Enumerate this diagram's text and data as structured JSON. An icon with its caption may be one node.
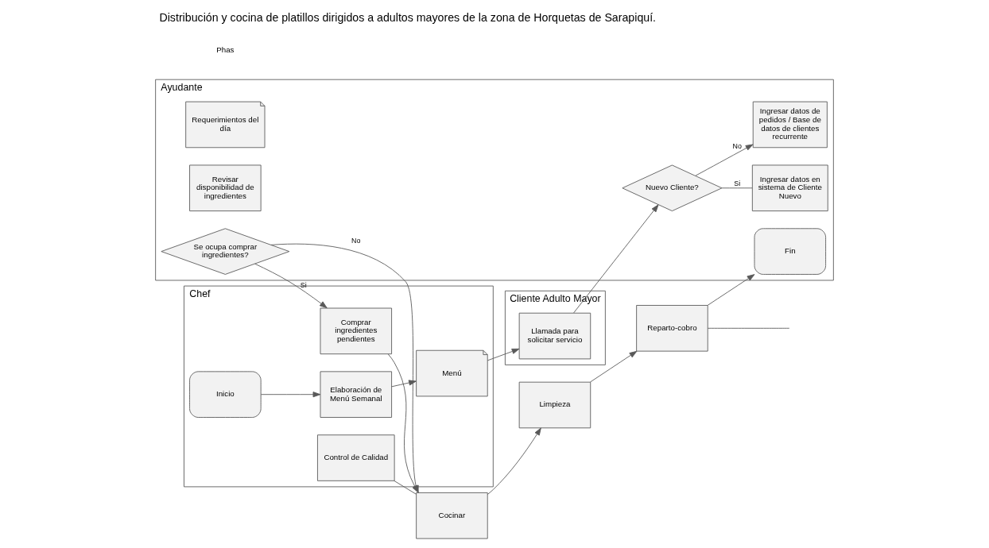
{
  "diagram": {
    "title": "Distribución y cocina de platillos dirigidos a adultos mayores de la zona de Horquetas de Sarapiquí.",
    "nodes": [
      {
        "text": [
          "Chef"
        ]
      },
      {
        "text": [
          "Ayudante"
        ]
      },
      {
        "text": [
          "Cliente Adulto Mayor"
        ]
      },
      {
        "text": [
          "Inicio"
        ],
        "in": 0
      },
      {
        "text": [
          "Elaboración de Menú Semanal"
        ],
        "in": 0
      },
      {
        "text": [
          "Menú"
        ],
        "in": 0
      },
      {
        "text": [
          "Comprar ingredientes pendientes"
        ],
        "in": 0
      },
      {
        "text": [
          "Control de Calidad"
        ],
        "in": 0
      },
      {
        "text": [
          "Nuevo Cliente?"
        ],
        "in": 1
      },
      {
        "text": [
          "Ingresar datos en sistema de Cliente Nuevo"
        ],
        "in": 1
      },
      {
        "text": [
          "Ingresar datos de pedidos / Base de datos de clientes recurrente"
        ],
        "in": 1
      },
      {
        "text": [
          "Requerimientos del día"
        ],
        "in": 1
      },
      {
        "text": [
          "Revisar disponibilidad de ingredientes"
        ],
        "in": 1
      },
      {
        "text": [
          "Se ocupa comprar ingredientes?"
        ],
        "in": 1
      },
      {
        "text": [
          "Cocinar"
        ]
      },
      {
        "text": [
          "Limpieza"
        ]
      },
      {
        "text": [
          "Reparto-cobro"
        ]
      },
      {
        "text": [
          "Fin"
        ],
        "in": 1
      },
      {
        "text": [
          "Llamada para solicitar servicio"
        ],
        "in": 2
      }
    ],
    "edges": [
      {
        "from": 3,
        "to": 4,
        "arrow": "to"
      },
      {
        "from": 4,
        "to": 5,
        "arrow": "to"
      },
      {
        "from": 5,
        "to": 18,
        "arrow": "to"
      },
      {
        "from": 18,
        "to": 8,
        "arrow": "to"
      },
      {
        "from": 8,
        "to": 9,
        "label": "Si",
        "arrow": "none"
      },
      {
        "from": 8,
        "to": 10,
        "label": "No",
        "arrow": "to"
      },
      {
        "from": 13,
        "to": 6,
        "label": "Si",
        "arrow": "to"
      },
      {
        "from": 13,
        "to": 14,
        "label": "No",
        "arrow": "to"
      },
      {
        "from": 6,
        "to": 14,
        "arrow": "to"
      },
      {
        "from": 7,
        "to": 14,
        "arrow": "none"
      },
      {
        "from": 14,
        "to": 15,
        "arrow": "to"
      },
      {
        "from": 15,
        "to": 16,
        "arrow": "to"
      },
      {
        "from": 16,
        "to": 17,
        "arrow": "to"
      },
      {
        "from": 16,
        "to": null,
        "arrow": "none"
      }
    ],
    "labels": [
      "Phas"
    ]
  }
}
